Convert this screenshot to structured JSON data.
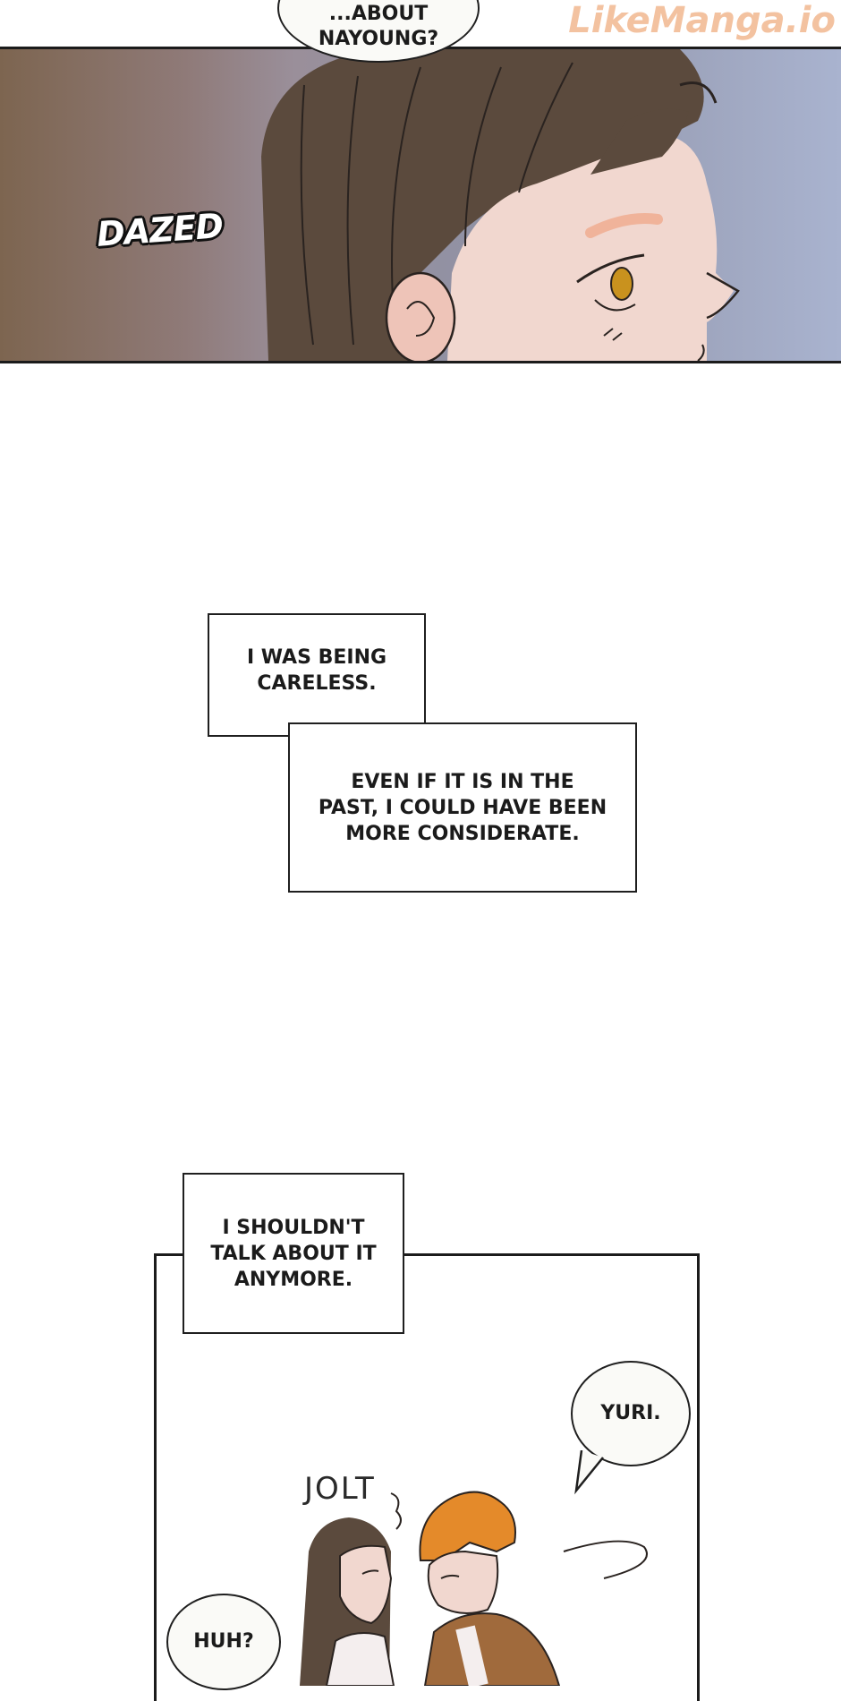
{
  "watermark": "LikeManga.io",
  "panel_top": {
    "bubble_text_line1": "...ABOUT",
    "bubble_text_line2": "NAYOUNG?",
    "sfx": "DAZED"
  },
  "narration": {
    "box1_line1": "I WAS BEING",
    "box1_line2": "CARELESS.",
    "box2_line1": "EVEN IF IT IS IN THE",
    "box2_line2": "PAST, I COULD HAVE BEEN",
    "box2_line3": "MORE CONSIDERATE.",
    "box3_line1": "I SHOULDN'T",
    "box3_line2": "TALK ABOUT IT",
    "box3_line3": "ANYMORE."
  },
  "panel_bottom": {
    "bubble_yuri": "YURI.",
    "bubble_huh": "HUH?",
    "sfx": "JOLT"
  },
  "colors": {
    "hair_dark": "#5b4a3d",
    "skin": "#f1d7cf",
    "hair_orange": "#e48a2a",
    "jacket": "#a06a3c",
    "eye": "#c9921e"
  }
}
